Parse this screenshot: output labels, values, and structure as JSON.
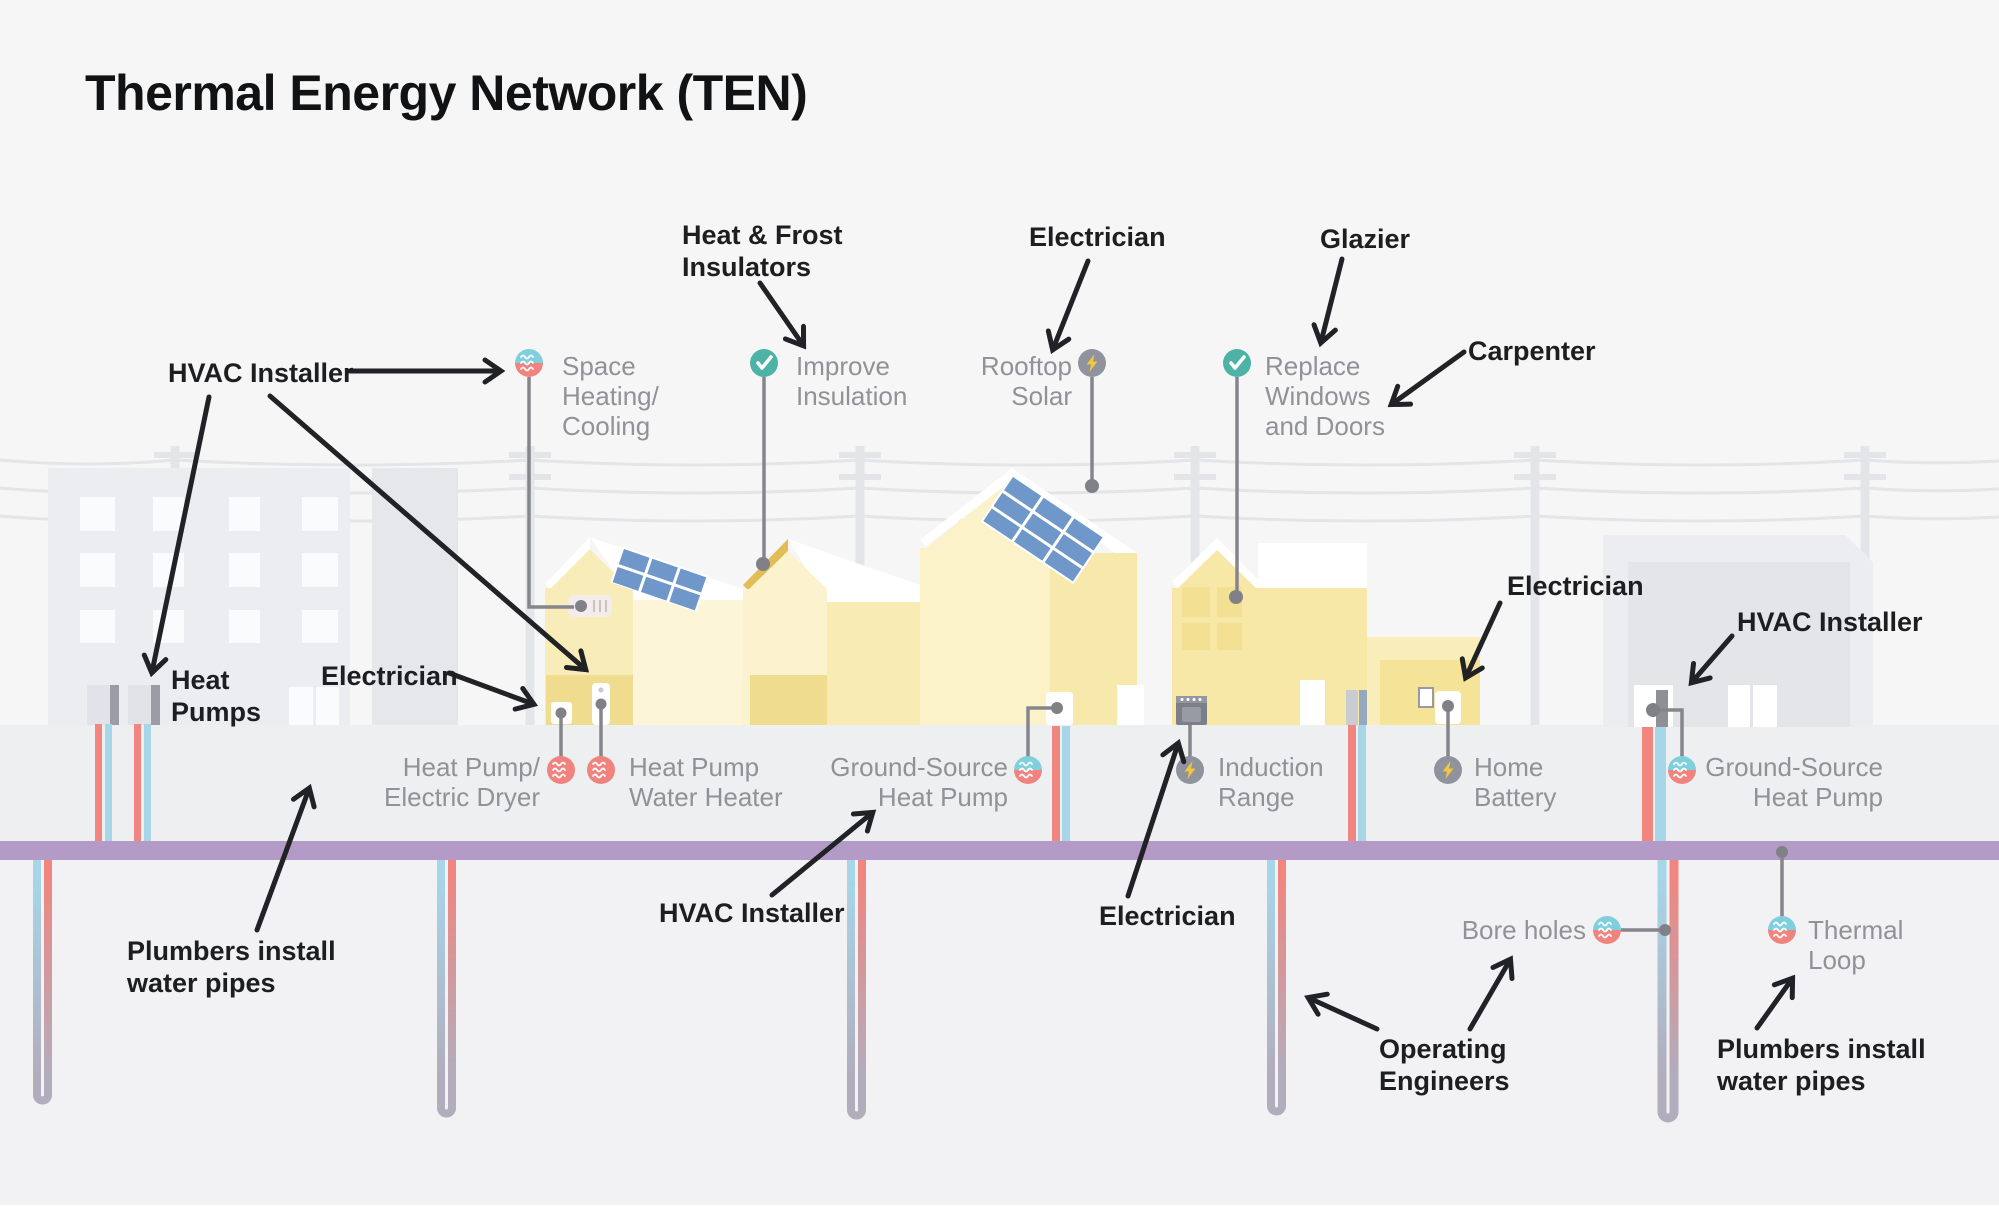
{
  "title": "Thermal Energy Network (TEN)",
  "trades": {
    "hvac_left": "HVAC Installer",
    "heat_frost": "Heat & Frost\nInsulators",
    "electrician_top": "Electrician",
    "glazier": "Glazier",
    "carpenter": "Carpenter",
    "heat_pumps": "Heat\nPumps",
    "electrician_left": "Electrician",
    "hvac_mid": "HVAC Installer",
    "electrician_mid": "Electrician",
    "electrician_right": "Electrician",
    "hvac_right": "HVAC Installer",
    "operating_engineers": "Operating\nEngineers",
    "plumbers_left": "Plumbers install\nwater pipes",
    "plumbers_right": "Plumbers install\nwater pipes"
  },
  "equipment": {
    "space_heating": "Space\nHeating/\nCooling",
    "improve_insulation": "Improve\nInsulation",
    "rooftop_solar": "Rooftop\nSolar",
    "replace_windows": "Replace\nWindows\nand Doors",
    "heat_pump_dryer": "Heat Pump/\nElectric Dryer",
    "heat_pump_water_heater": "Heat Pump\nWater Heater",
    "ground_source_mid": "Ground-Source\nHeat Pump",
    "induction_range": "Induction\nRange",
    "home_battery": "Home\nBattery",
    "ground_source_right": "Ground-Source\nHeat Pump",
    "bore_holes": "Bore holes",
    "thermal_loop": "Thermal\nLoop"
  },
  "colors": {
    "background": "#f6f6f7",
    "yard": "#edeff1",
    "underground": "#f2f2f4",
    "network_main_purple": "#b49ac6",
    "hot_pipe_red": "#f0867f",
    "cold_pipe_blue": "#a6d6e8",
    "loop_fade_gray": "#b2adbd",
    "house_yellow_light": "#fbf2ca",
    "house_yellow_mid": "#f7e8a8",
    "house_yellow_dark": "#f0dc8e",
    "building_gray": "#ecedf0",
    "check_icon_teal": "#4db3a6",
    "bolt_icon_gray": "#8f939d",
    "bolt_yellow": "#f2c641",
    "heat_icon_red": "#f0837e",
    "cool_icon_teal": "#7fcfdc",
    "label_gray": "#909298",
    "label_black": "#1d1e20",
    "solar_blue": "#6f97c9"
  }
}
